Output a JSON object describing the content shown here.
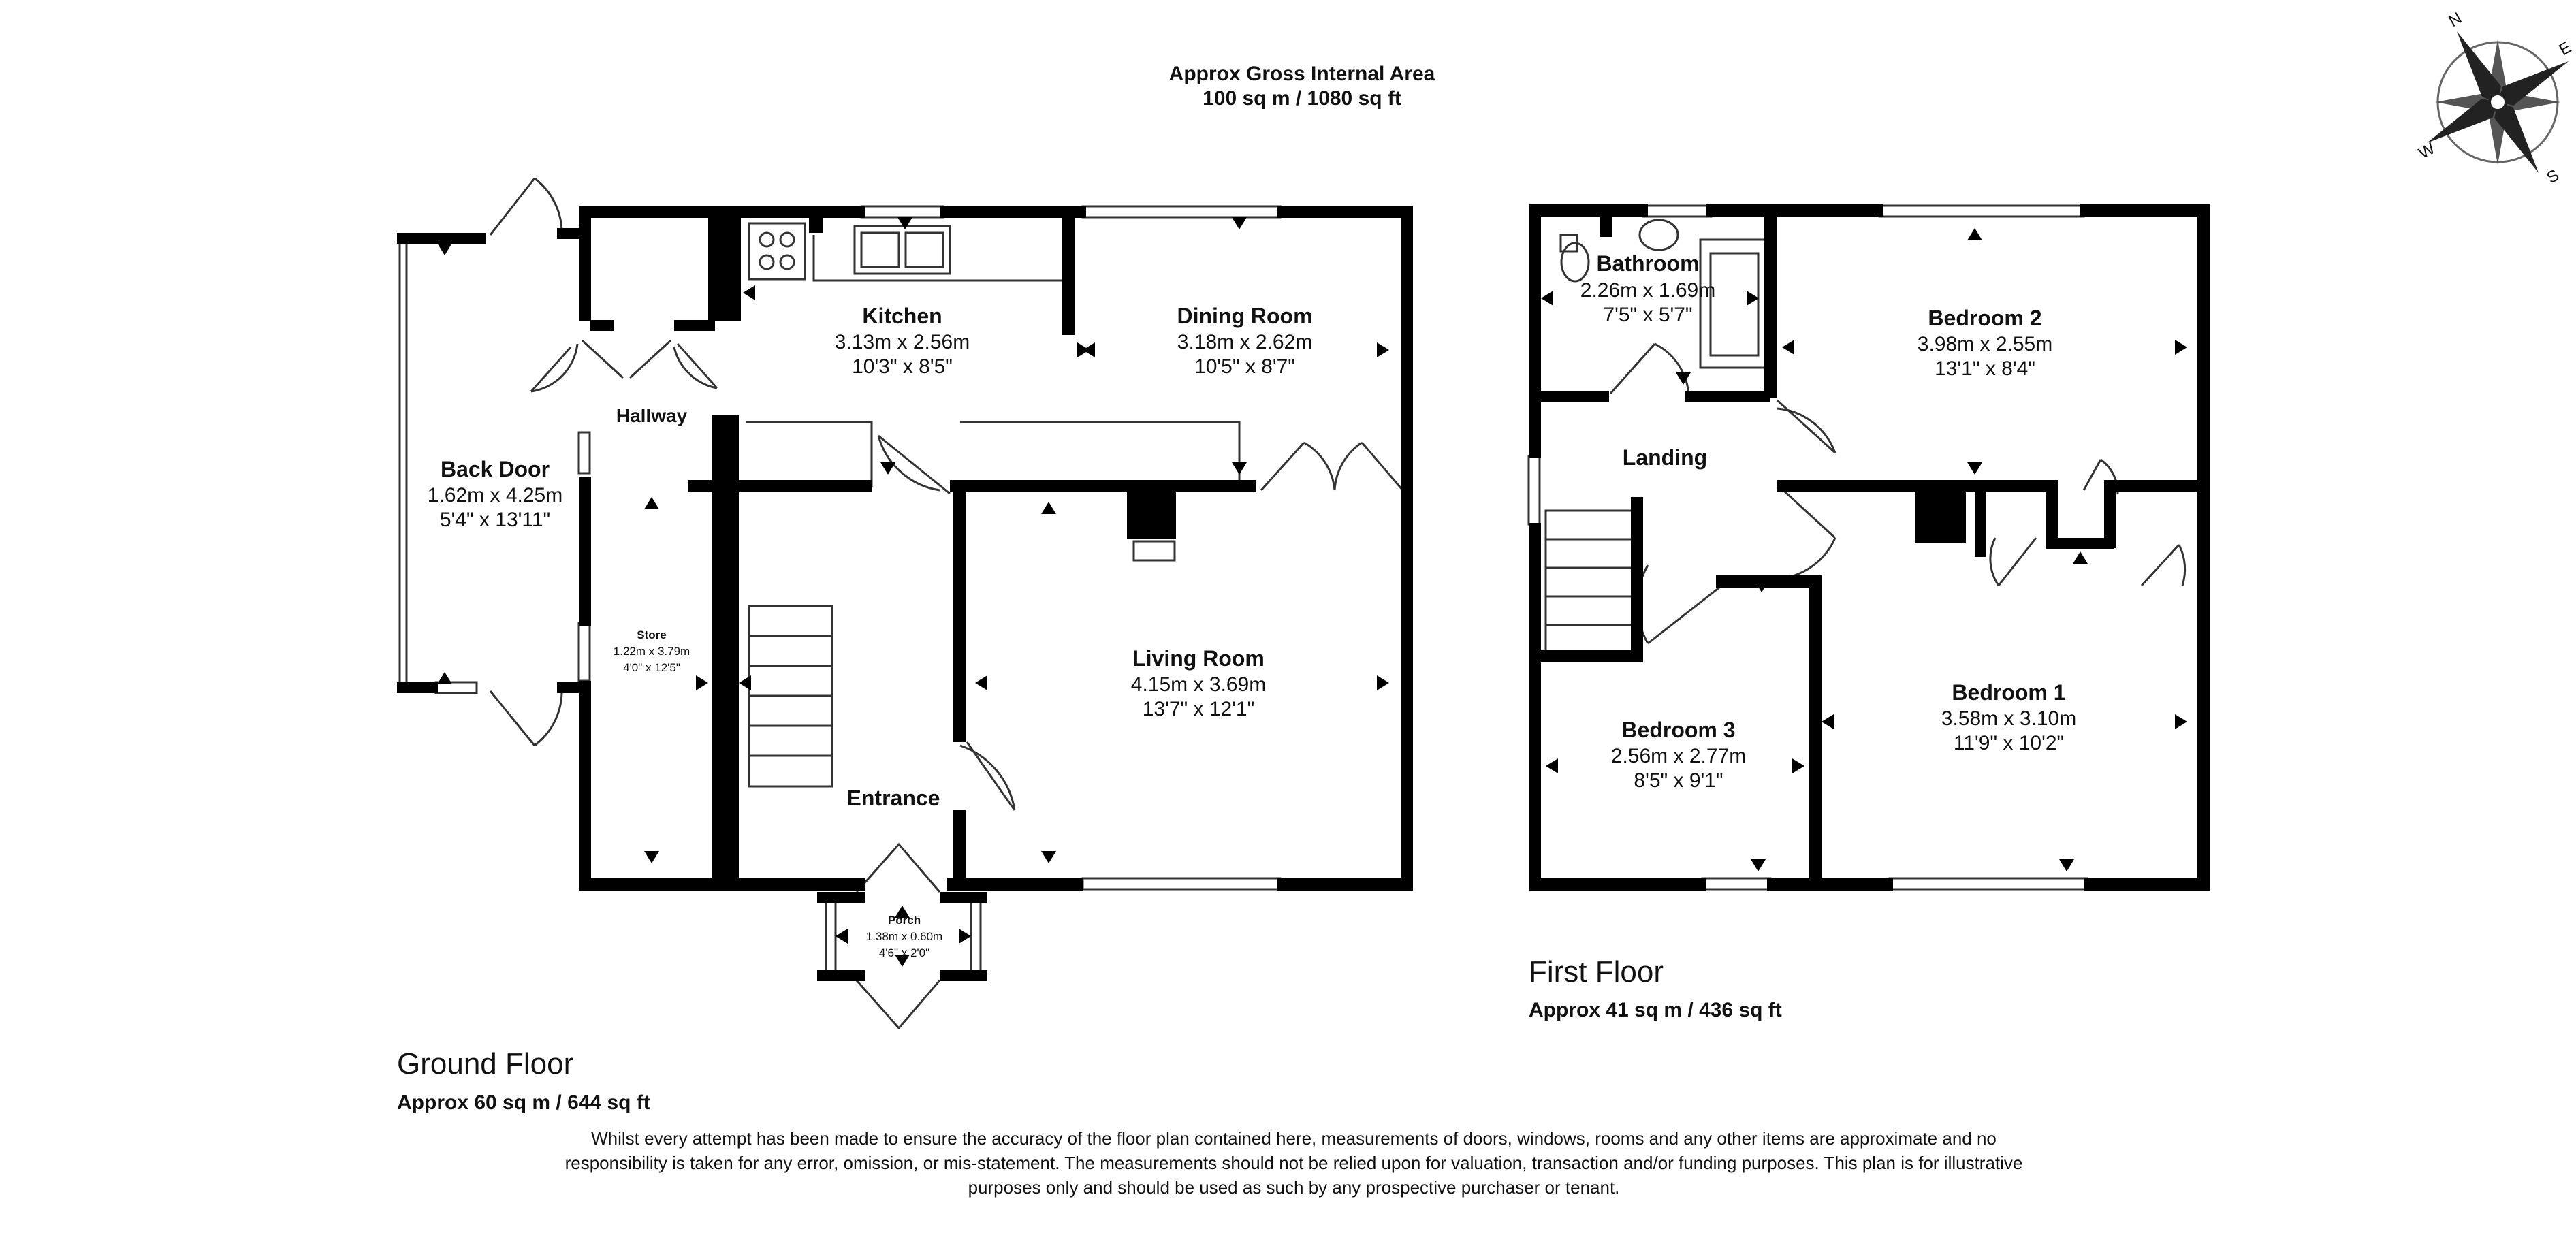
{
  "header": {
    "line1": "Approx Gross Internal Area",
    "line2": "100 sq m / 1080 sq ft"
  },
  "compass": {
    "icon": "compass-rose-icon",
    "n": "N",
    "e": "E",
    "s": "S",
    "w": "W"
  },
  "ground_floor": {
    "title": "Ground Floor",
    "area": "Approx 60 sq m / 644 sq ft",
    "rooms": {
      "back_door": {
        "name": "Back Door",
        "metric": "1.62m x 4.25m",
        "imperial": "5'4\" x 13'11\""
      },
      "hallway": {
        "name": "Hallway"
      },
      "kitchen": {
        "name": "Kitchen",
        "metric": "3.13m x 2.56m",
        "imperial": "10'3\" x 8'5\""
      },
      "dining": {
        "name": "Dining Room",
        "metric": "3.18m x 2.62m",
        "imperial": "10'5\" x 8'7\""
      },
      "store": {
        "name": "Store",
        "metric": "1.22m x 3.79m",
        "imperial": "4'0\" x 12'5\""
      },
      "living": {
        "name": "Living Room",
        "metric": "4.15m x 3.69m",
        "imperial": "13'7\" x 12'1\""
      },
      "entrance": {
        "name": "Entrance"
      },
      "porch": {
        "name": "Porch",
        "metric": "1.38m x 0.60m",
        "imperial": "4'6\" x 2'0\""
      }
    }
  },
  "first_floor": {
    "title": "First Floor",
    "area": "Approx 41 sq m / 436 sq ft",
    "rooms": {
      "bathroom": {
        "name": "Bathroom",
        "metric": "2.26m x 1.69m",
        "imperial": "7'5\" x 5'7\""
      },
      "bedroom2": {
        "name": "Bedroom 2",
        "metric": "3.98m x 2.55m",
        "imperial": "13'1\" x 8'4\""
      },
      "landing": {
        "name": "Landing"
      },
      "bedroom3": {
        "name": "Bedroom 3",
        "metric": "2.56m x 2.77m",
        "imperial": "8'5\" x 9'1\""
      },
      "bedroom1": {
        "name": "Bedroom 1",
        "metric": "3.58m x 3.10m",
        "imperial": "11'9\" x 10'2\""
      }
    }
  },
  "disclaimer": "Whilst every attempt has been made to ensure the accuracy of the floor plan contained here, measurements of doors, windows, rooms and any other items are approximate and no responsibility is taken for any error, omission, or mis-statement. The measurements should not be relied upon for valuation, transaction and/or funding purposes. This plan is for illustrative purposes only and should be used as such by any prospective purchaser or tenant."
}
